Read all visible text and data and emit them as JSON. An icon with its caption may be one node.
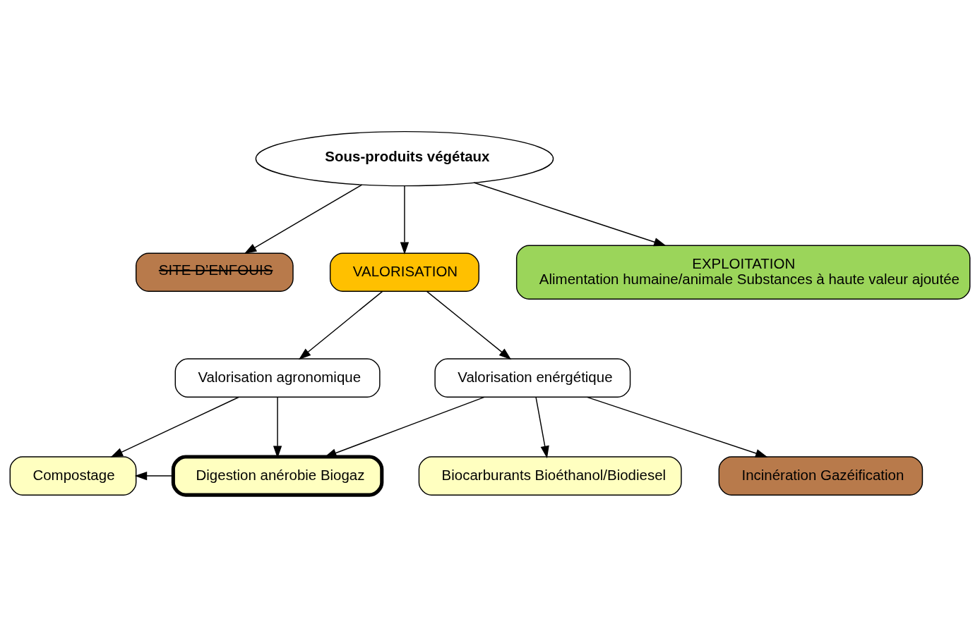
{
  "diagram": {
    "nodes": [
      {
        "text": [
          "Sous-produits végétaux"
        ]
      },
      {
        "text": [
          "SITE D’ENFOUIS"
        ]
      },
      {
        "text": [
          "VALORISATION"
        ]
      },
      {
        "text": [
          "EXPLOITATION",
          "Alimentation humaine/animale Substances à haute valeur ajoutée"
        ]
      },
      {
        "text": [
          "Valorisation agronomique"
        ]
      },
      {
        "text": [
          "Valorisation enérgétique"
        ]
      },
      {
        "text": [
          "Compostage"
        ]
      },
      {
        "text": [
          "Digestion anérobie Biogaz"
        ]
      },
      {
        "text": [
          "Biocarburants Bioéthanol/Biodiesel"
        ]
      },
      {
        "text": [
          "Incinération Gazéification"
        ]
      }
    ],
    "edges": [
      {
        "from": 0,
        "to": 1,
        "arrow": "to"
      },
      {
        "from": 0,
        "to": 2,
        "arrow": "to"
      },
      {
        "from": 0,
        "to": 3,
        "arrow": "to"
      },
      {
        "from": 2,
        "to": 4,
        "arrow": "to"
      },
      {
        "from": 2,
        "to": 5,
        "arrow": "to"
      },
      {
        "from": 4,
        "to": 6,
        "arrow": "to"
      },
      {
        "from": 4,
        "to": 7,
        "arrow": "to"
      },
      {
        "from": 5,
        "to": 7,
        "arrow": "to"
      },
      {
        "from": 5,
        "to": 8,
        "arrow": "to"
      },
      {
        "from": 5,
        "to": 9,
        "arrow": "to"
      },
      {
        "from": 7,
        "to": 6,
        "arrow": "to"
      }
    ]
  }
}
